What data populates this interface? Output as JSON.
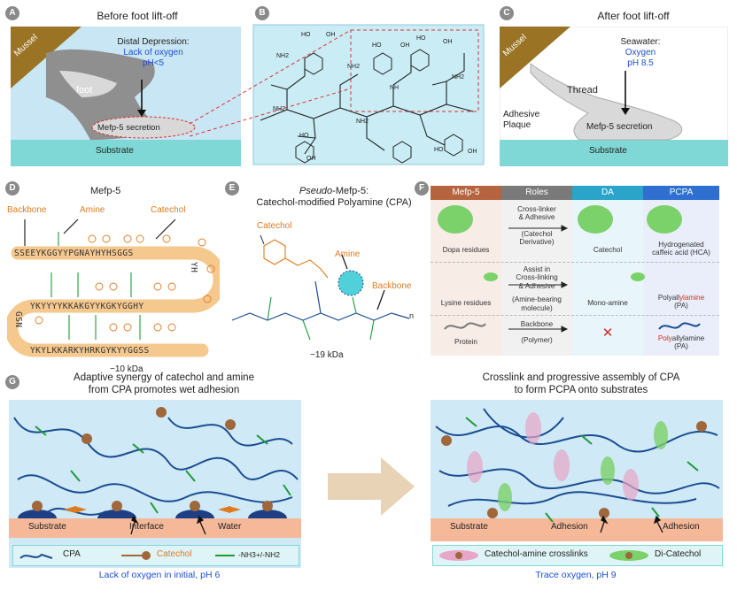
{
  "panels": {
    "A": {
      "badge": "A",
      "title": "Before foot lift-off",
      "mussel": "Mussel",
      "foot": "foot",
      "annotation": {
        "l1": "Distal Depression:",
        "l2": "Lack of oxygen",
        "l3": "pH<5"
      },
      "secretion": "Mefp-5 secretion",
      "substrate": "Substrate"
    },
    "B": {
      "badge": "B",
      "groups": {
        "ho": "HO",
        "oh": "OH",
        "nh2": "NH2",
        "nh": "NH"
      }
    },
    "C": {
      "badge": "C",
      "title": "After foot lift-off",
      "mussel": "Mussel",
      "annotation": {
        "l1": "Seawater:",
        "l2": "Oxygen",
        "l3": "pH 8.5"
      },
      "thread": "Thread",
      "plaque": {
        "l1": "Adhesive",
        "l2": "Plaque"
      },
      "secretion": "Mefp-5 secretion",
      "substrate": "Substrate"
    },
    "D": {
      "badge": "D",
      "title": "Mefp-5",
      "backbone": "Backbone",
      "amine": "Amine",
      "catechol": "Catechol",
      "row1": "SSEEYKGGYYPGNAYHYHSGGS",
      "row1_turn": "YH",
      "row2": "YKYYYYKKAKGYYKGKYGGHY",
      "row2_turn": "GSN",
      "row3": "YKYLKKARKYHRKGYKYYGGSS",
      "weight": "~10 kDa"
    },
    "E": {
      "badge": "E",
      "title_italic": "Pseudo",
      "title_rest": "-Mefp-5:",
      "subtitle": "Catechol-modified Polyamine (CPA)",
      "catechol": "Catechol",
      "amine": "Amine",
      "backbone": "Backbone",
      "n": "n",
      "weight": "~19 kDa"
    },
    "F": {
      "badge": "F",
      "headers": [
        "Mefp-5",
        "Roles",
        "DA",
        "PCPA"
      ],
      "header_colors": [
        "#b5643f",
        "#7a7a7a",
        "#2aa4c8",
        "#2e6fd0"
      ],
      "rows": [
        {
          "mefp": "Dopa residues",
          "roles": {
            "l1": "Cross-linker",
            "l2": "& Adhesive",
            "l3": "(Catechol",
            "l4": "Derivative)"
          },
          "da": "Catechol",
          "pcpa": {
            "l1": "Hydrogenated",
            "l2": "caffeic acid (HCA)"
          }
        },
        {
          "mefp": "Lysine residues",
          "roles": {
            "l1": "Assist in",
            "l2": "Cross-linking",
            "l3": "& Adhesive",
            "l4": "(Amine-bearing",
            "l5": "molecule)"
          },
          "da": "Mono-amine",
          "pcpa": {
            "pre": "Polyall",
            "hl": "ylamine",
            "post": "(PA)"
          }
        },
        {
          "mefp": "Protein",
          "roles": {
            "l1": "Backbone",
            "l2": "(Polymer)"
          },
          "da": "✕",
          "pcpa": {
            "hl": "Poly",
            "rest": "allylamine",
            "post": "(PA)"
          }
        }
      ]
    },
    "G": {
      "badge": "G",
      "title_left": {
        "l1": "Adaptive synergy of catechol and amine",
        "l2": "from CPA promotes wet adhesion"
      },
      "title_right": {
        "l1": "Crosslink and progressive assembly of CPA",
        "l2": "to form PCPA onto substrates"
      },
      "left": {
        "substrate": "Substrate",
        "interface": "Interface",
        "water": "Water",
        "legend": {
          "cpa": "CPA",
          "catechol": "Catechol",
          "amine": "-NH3+/-NH2"
        },
        "caption": "Lack of oxygen in initial, pH 6"
      },
      "right": {
        "substrate": "Substrate",
        "adhesion1": "Adhesion",
        "adhesion2": "Adhesion",
        "legend": {
          "crosslinks": "Catechol-amine crosslinks",
          "dicatechol": "Di-Catechol"
        },
        "caption": "Trace oxygen, pH 9"
      }
    }
  },
  "colors": {
    "water": "#c8e8f6",
    "substrate_teal": "#7fd8d6",
    "substrate_peach": "#f5b99a",
    "mussel": "#9a7424",
    "chain": "#1b4d92",
    "amine_green": "#1e9a3a",
    "catechol_orange": "#e07a1d",
    "arrow_tan": "#e8d3b7"
  }
}
